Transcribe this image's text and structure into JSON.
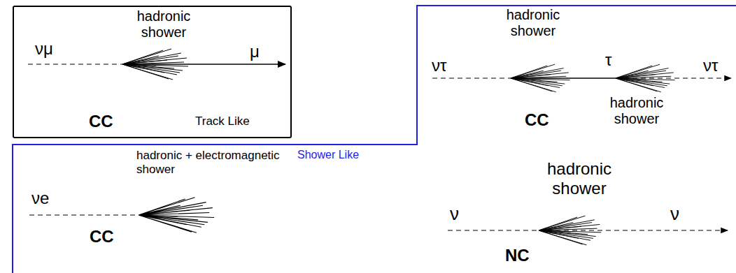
{
  "diagram": {
    "nodes": [
      {
        "text": [
          "νμ",
          "hadronic shower",
          "μ",
          "CC",
          "Track Like"
        ]
      },
      {
        "text": [
          "hadronic shower",
          "ντ",
          "τ",
          "ντ",
          "CC",
          "hadronic shower",
          "Shower Like",
          "hadronic + electromagnetic shower",
          "νe",
          "CC",
          "hadronic shower",
          "ν",
          "ν",
          "NC"
        ]
      }
    ]
  }
}
